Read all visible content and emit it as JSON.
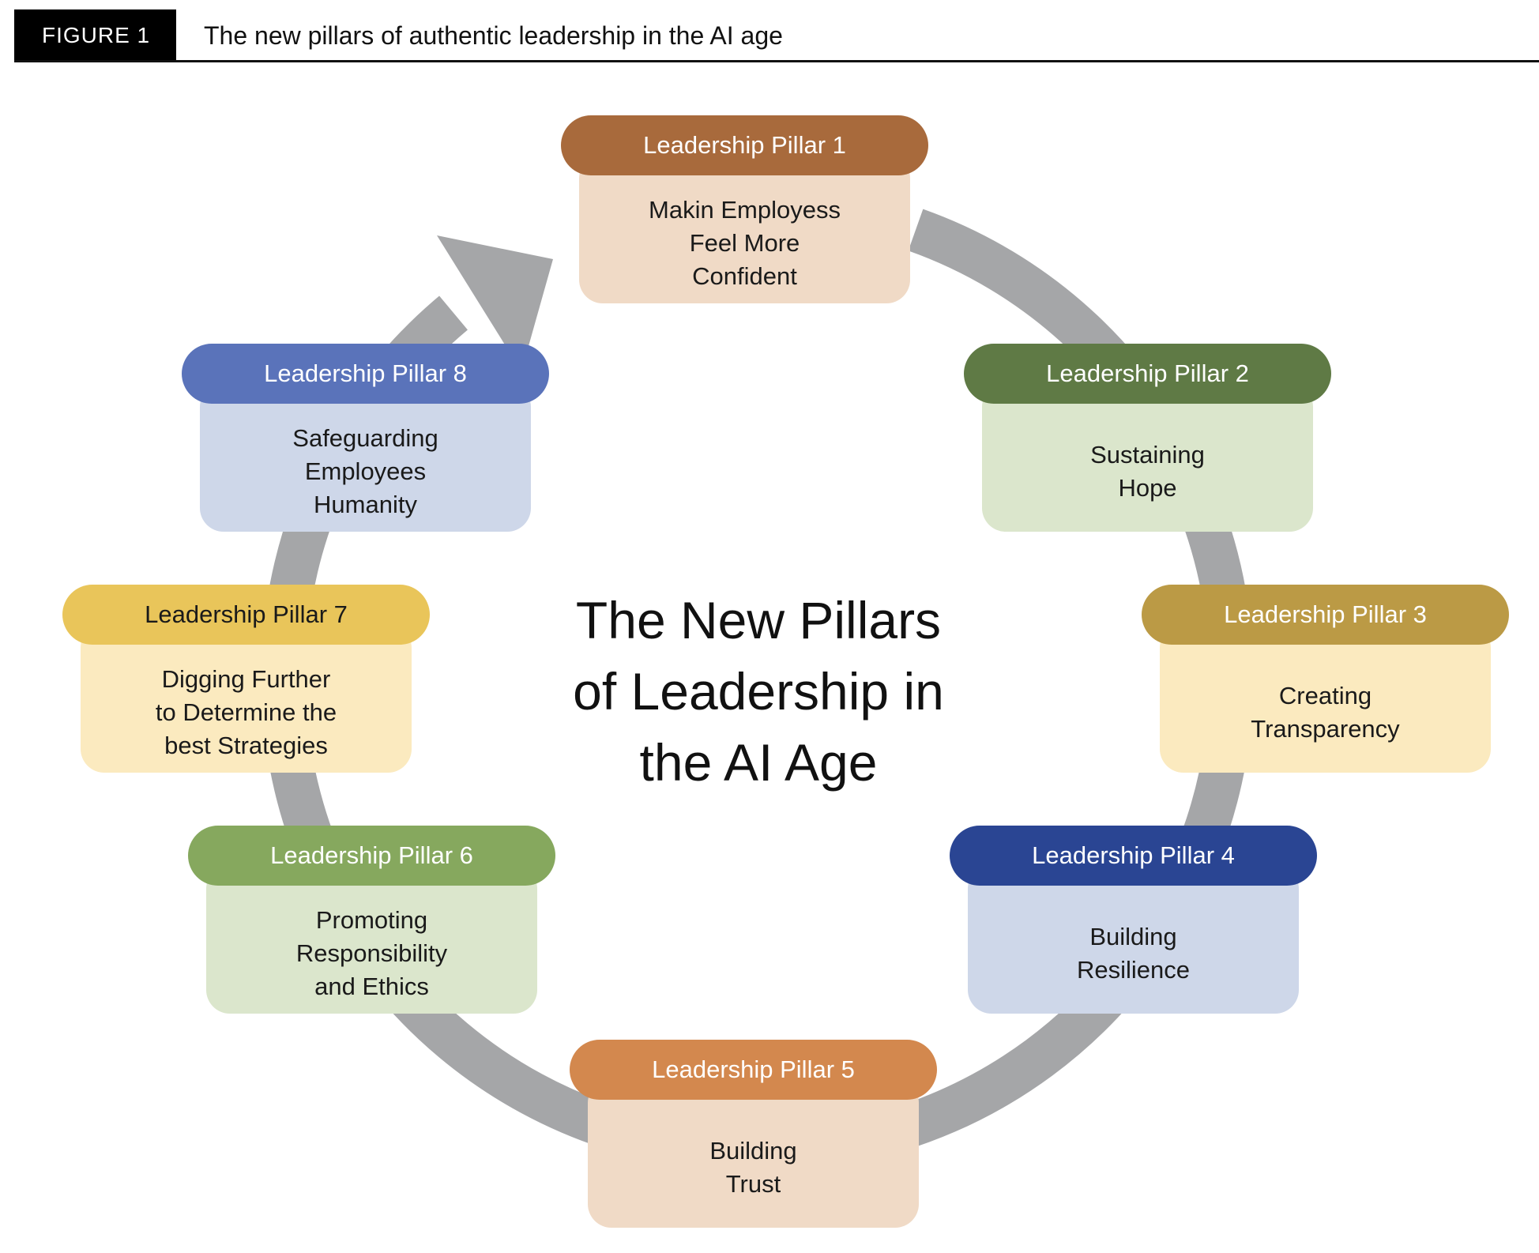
{
  "figure": {
    "tag": "FIGURE 1",
    "title": "The new pillars of authentic leadership in the AI age"
  },
  "center_title": "The New Pillars\nof Leadership in\nthe AI Age",
  "pillars": [
    {
      "label": "Leadership Pillar 1",
      "text": "Makin Employess\nFeel More\nConfident",
      "head_color": "#a86a3c",
      "body_color": "#f0dac6",
      "head_text_color": "#ffffff"
    },
    {
      "label": "Leadership Pillar 2",
      "text": "Sustaining\nHope",
      "head_color": "#5f7a45",
      "body_color": "#dbe6cc",
      "head_text_color": "#ffffff"
    },
    {
      "label": "Leadership Pillar 3",
      "text": "Creating\nTransparency",
      "head_color": "#bb9a45",
      "body_color": "#fbeabf",
      "head_text_color": "#ffffff"
    },
    {
      "label": "Leadership Pillar 4",
      "text": "Building\nResilience",
      "head_color": "#2a4593",
      "body_color": "#ced7e9",
      "head_text_color": "#ffffff"
    },
    {
      "label": "Leadership Pillar 5",
      "text": "Building\nTrust",
      "head_color": "#d3884e",
      "body_color": "#f0dac6",
      "head_text_color": "#ffffff"
    },
    {
      "label": "Leadership Pillar 6",
      "text": "Promoting\nResponsibility\nand Ethics",
      "head_color": "#86a85e",
      "body_color": "#dbe6cc",
      "head_text_color": "#ffffff"
    },
    {
      "label": "Leadership Pillar 7",
      "text": "Digging Further\nto Determine the\nbest Strategies",
      "head_color": "#e9c55a",
      "body_color": "#fbeabf",
      "head_text_color": "#1a1a1a"
    },
    {
      "label": "Leadership Pillar 8",
      "text": "Safeguarding\nEmployees\nHumanity",
      "head_color": "#5a73ba",
      "body_color": "#ced7e9",
      "head_text_color": "#ffffff"
    }
  ],
  "colors": {
    "ring": "#a5a6a8",
    "header_bar": "#000000"
  }
}
